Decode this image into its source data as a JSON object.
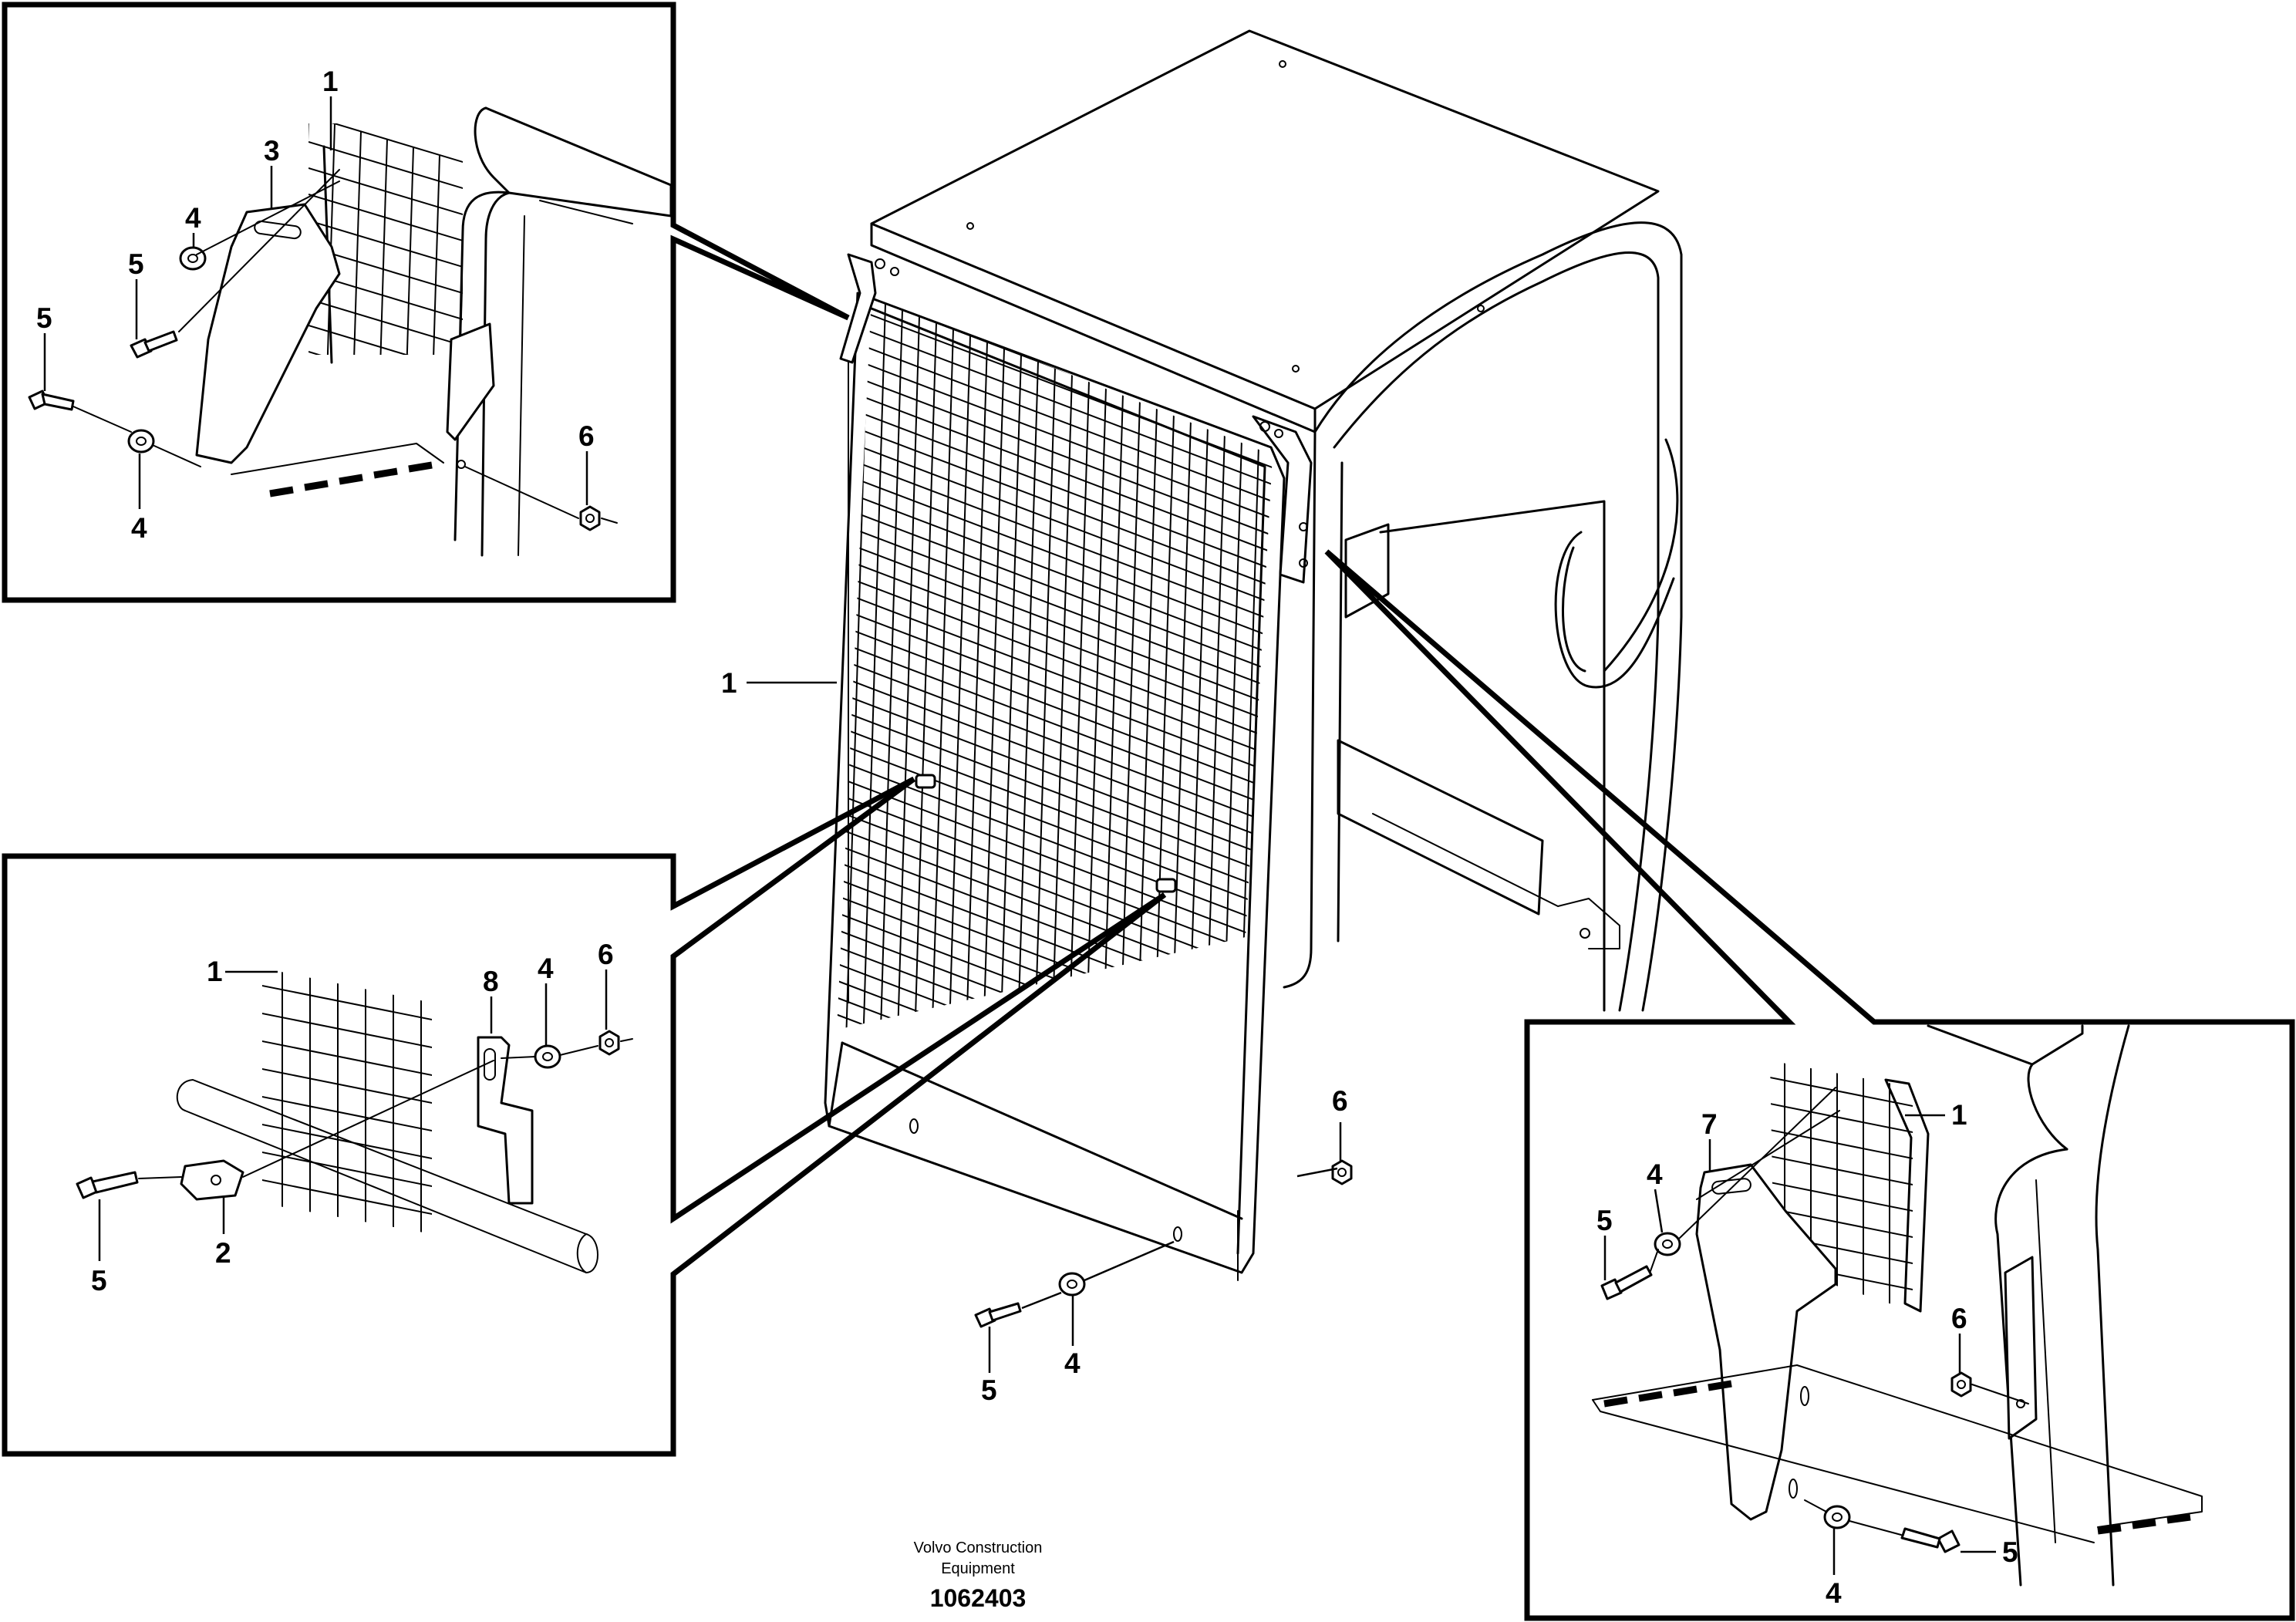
{
  "caption": {
    "company": "Volvo Construction",
    "company_line2": "Equipment",
    "drawing_number": "1062403"
  },
  "main_view": {
    "labels": {
      "guard": "1",
      "washer": "4",
      "bolt": "5",
      "nut": "6"
    }
  },
  "detail_top_left": {
    "labels": {
      "guard": "1",
      "bracket": "3",
      "washer_upper": "4",
      "bolt_upper": "5",
      "bolt_lower": "5",
      "washer_lower": "4",
      "nut": "6"
    }
  },
  "detail_bottom_left": {
    "labels": {
      "guard": "1",
      "clip": "8",
      "washer": "4",
      "nut": "6",
      "plate": "2",
      "bolt": "5"
    }
  },
  "detail_bottom_right": {
    "labels": {
      "guard": "1",
      "bracket": "7",
      "washer_upper": "4",
      "bolt_upper": "5",
      "nut": "6",
      "washer_lower": "4",
      "bolt_lower": "5"
    }
  }
}
